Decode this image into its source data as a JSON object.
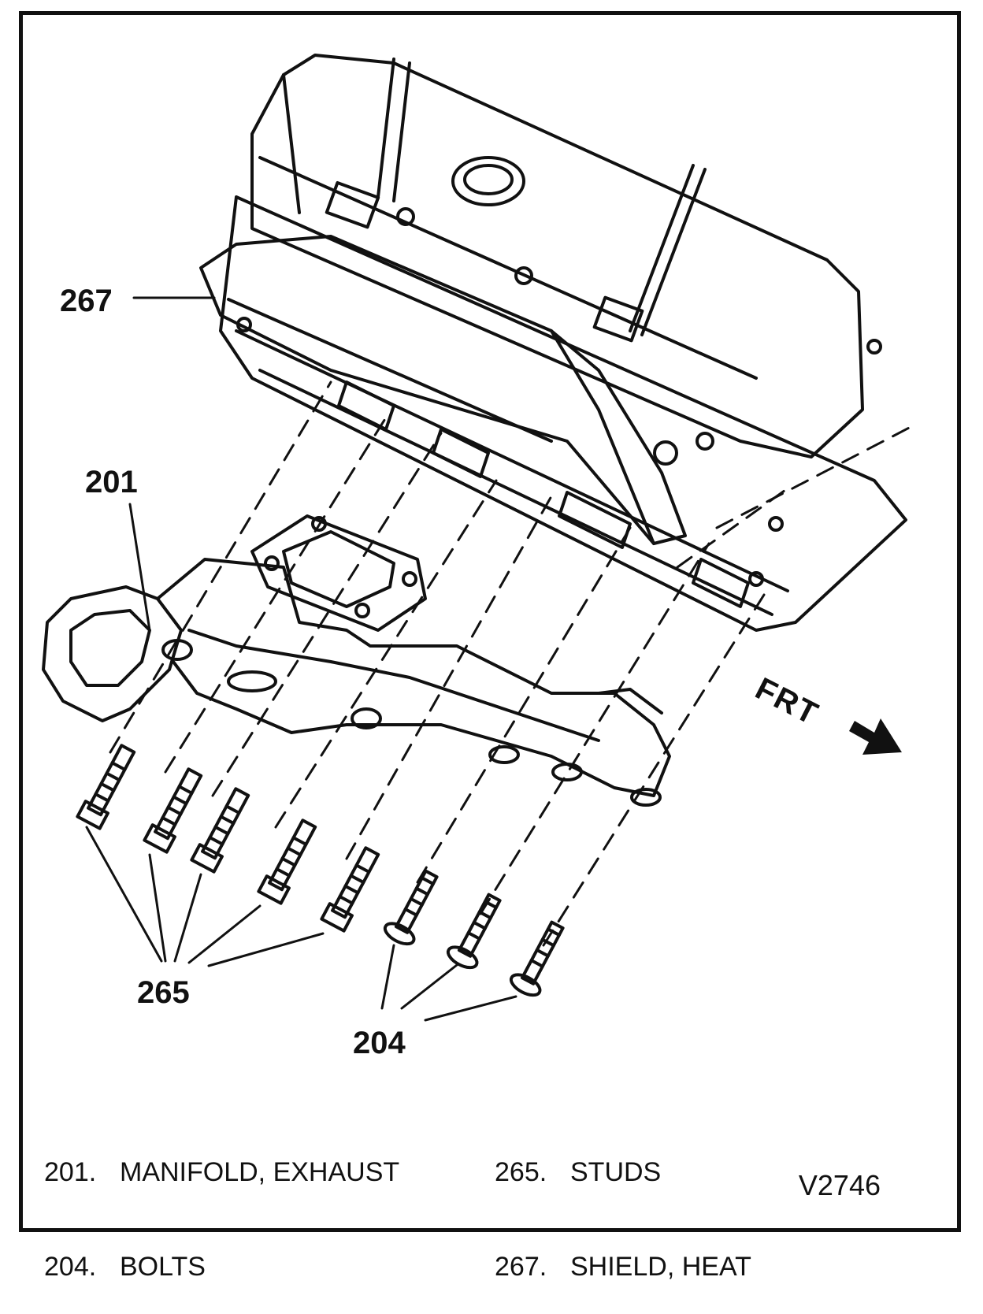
{
  "callouts": {
    "shield": "267",
    "manifold": "201",
    "studs": "265",
    "bolts": "204"
  },
  "direction_label": "FRT",
  "legend": {
    "left": [
      {
        "num": "201.",
        "text": "MANIFOLD, EXHAUST"
      },
      {
        "num": "204.",
        "text": "BOLTS"
      }
    ],
    "right": [
      {
        "num": "265.",
        "text": "STUDS"
      },
      {
        "num": "267.",
        "text": "SHIELD, HEAT"
      }
    ]
  },
  "figure_code": "V2746",
  "icons": [
    "direction-arrow-icon"
  ]
}
